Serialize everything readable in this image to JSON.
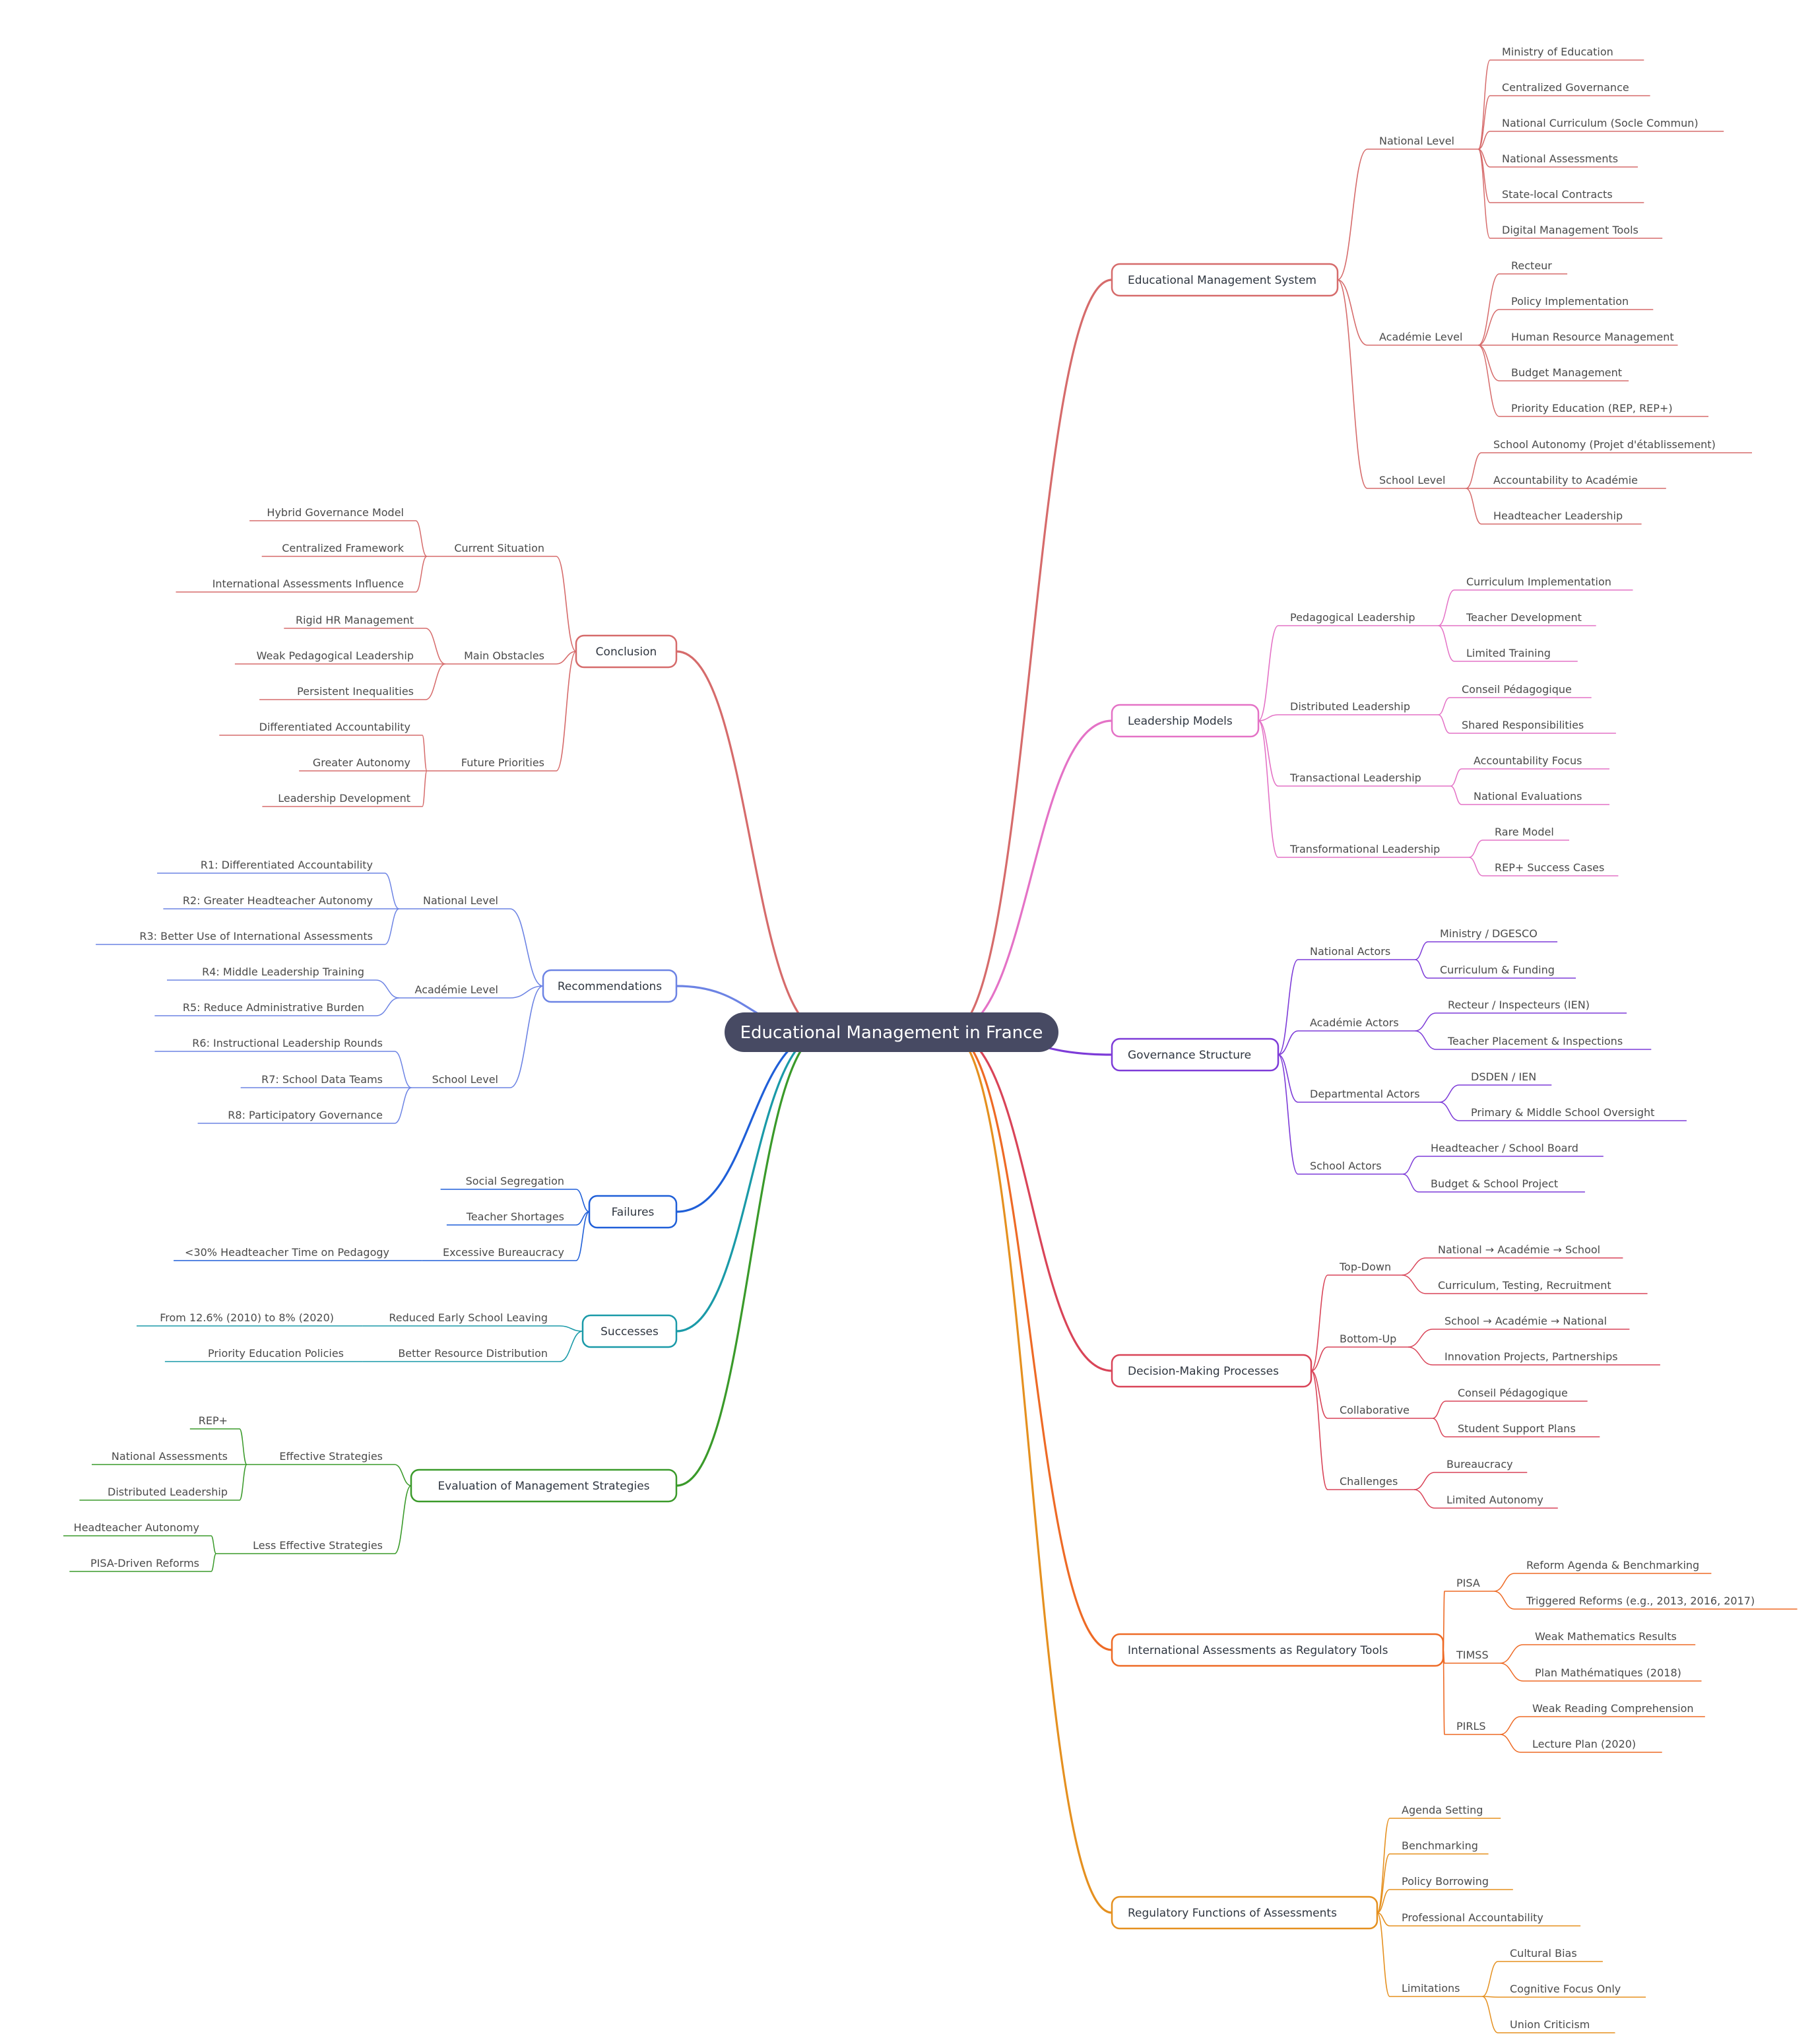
{
  "root": "Educational Management in France",
  "colors": {
    "root_fill": "#474a63",
    "background": "#ffffff"
  },
  "right": [
    {
      "label": "Educational Management System",
      "color": "#d66b6b",
      "children": [
        {
          "label": "National Level",
          "children": [
            "Ministry of Education",
            "Centralized Governance",
            "National Curriculum (Socle Commun)",
            "National Assessments",
            "State-local Contracts",
            "Digital Management Tools"
          ]
        },
        {
          "label": "Académie Level",
          "children": [
            "Recteur",
            "Policy Implementation",
            "Human Resource Management",
            "Budget Management",
            "Priority Education (REP, REP+)"
          ]
        },
        {
          "label": "School Level",
          "children": [
            "School Autonomy (Projet d'établissement)",
            "Accountability to Académie",
            "Headteacher Leadership"
          ]
        }
      ]
    },
    {
      "label": "Leadership Models",
      "color": "#e472c6",
      "children": [
        {
          "label": "Pedagogical Leadership",
          "children": [
            "Curriculum Implementation",
            "Teacher Development",
            "Limited Training"
          ]
        },
        {
          "label": "Distributed Leadership",
          "children": [
            "Conseil Pédagogique",
            "Shared Responsibilities"
          ]
        },
        {
          "label": "Transactional Leadership",
          "children": [
            "Accountability Focus",
            "National Evaluations"
          ]
        },
        {
          "label": "Transformational Leadership",
          "children": [
            "Rare Model",
            "REP+ Success Cases"
          ]
        }
      ]
    },
    {
      "label": "Governance Structure",
      "color": "#7d3bd8",
      "children": [
        {
          "label": "National Actors",
          "children": [
            "Ministry / DGESCO",
            "Curriculum & Funding"
          ]
        },
        {
          "label": "Académie Actors",
          "children": [
            "Recteur / Inspecteurs (IEN)",
            "Teacher Placement & Inspections"
          ]
        },
        {
          "label": "Departmental Actors",
          "children": [
            "DSDEN / IEN",
            "Primary & Middle School Oversight"
          ]
        },
        {
          "label": "School Actors",
          "children": [
            "Headteacher / School Board",
            "Budget & School Project"
          ]
        }
      ]
    },
    {
      "label": "Decision-Making Processes",
      "color": "#d94458",
      "children": [
        {
          "label": "Top-Down",
          "children": [
            "National → Académie → School",
            "Curriculum, Testing, Recruitment"
          ]
        },
        {
          "label": "Bottom-Up",
          "children": [
            "School → Académie → National",
            "Innovation Projects, Partnerships"
          ]
        },
        {
          "label": "Collaborative",
          "children": [
            "Conseil Pédagogique",
            "Student Support Plans"
          ]
        },
        {
          "label": "Challenges",
          "children": [
            "Bureaucracy",
            "Limited Autonomy"
          ]
        }
      ]
    },
    {
      "label": "International Assessments as Regulatory Tools",
      "color": "#ee6a25",
      "children": [
        {
          "label": "PISA",
          "children": [
            "Reform Agenda & Benchmarking",
            "Triggered Reforms (e.g., 2013, 2016, 2017)"
          ]
        },
        {
          "label": "TIMSS",
          "children": [
            "Weak Mathematics Results",
            "Plan Mathématiques (2018)"
          ]
        },
        {
          "label": "PIRLS",
          "children": [
            "Weak Reading Comprehension",
            "Lecture Plan (2020)"
          ]
        }
      ]
    },
    {
      "label": "Regulatory Functions of Assessments",
      "color": "#e5901f",
      "children": [
        {
          "label": "Agenda Setting",
          "children": []
        },
        {
          "label": "Benchmarking",
          "children": []
        },
        {
          "label": "Policy Borrowing",
          "children": []
        },
        {
          "label": "Professional Accountability",
          "children": []
        },
        {
          "label": "Limitations",
          "children": [
            "Cultural Bias",
            "Cognitive Focus Only",
            "Union Criticism"
          ]
        }
      ]
    }
  ],
  "left": [
    {
      "label": "Conclusion",
      "color": "#d66b6b",
      "children": [
        {
          "label": "Current Situation",
          "children": [
            "Hybrid Governance Model",
            "Centralized Framework",
            "International Assessments Influence"
          ]
        },
        {
          "label": "Main Obstacles",
          "children": [
            "Rigid HR Management",
            "Weak Pedagogical Leadership",
            "Persistent Inequalities"
          ]
        },
        {
          "label": "Future Priorities",
          "children": [
            "Differentiated Accountability",
            "Greater Autonomy",
            "Leadership Development"
          ]
        }
      ]
    },
    {
      "label": "Recommendations",
      "color": "#6c83e4",
      "children": [
        {
          "label": "National Level",
          "children": [
            "R1: Differentiated Accountability",
            "R2: Greater Headteacher Autonomy",
            "R3: Better Use of International Assessments"
          ]
        },
        {
          "label": "Académie Level",
          "children": [
            "R4: Middle Leadership Training",
            "R5: Reduce Administrative Burden"
          ]
        },
        {
          "label": "School Level",
          "children": [
            "R6: Instructional Leadership Rounds",
            "R7: School Data Teams",
            "R8: Participatory Governance"
          ]
        }
      ]
    },
    {
      "label": "Failures",
      "color": "#1f5fd8",
      "children": [
        {
          "label": "Social Segregation",
          "children": []
        },
        {
          "label": "Teacher Shortages",
          "children": []
        },
        {
          "label": "Excessive Bureaucracy",
          "children": [
            "<30% Headteacher Time on Pedagogy"
          ]
        }
      ]
    },
    {
      "label": "Successes",
      "color": "#1a9aa8",
      "children": [
        {
          "label": "Reduced Early School Leaving",
          "children": [
            "From 12.6% (2010) to 8% (2020)"
          ]
        },
        {
          "label": "Better Resource Distribution",
          "children": [
            "Priority Education Policies"
          ]
        }
      ]
    },
    {
      "label": "Evaluation of Management Strategies",
      "color": "#3a9a2a",
      "children": [
        {
          "label": "Effective Strategies",
          "children": [
            "REP+",
            "National Assessments",
            "Distributed Leadership"
          ]
        },
        {
          "label": "Less Effective Strategies",
          "children": [
            "Headteacher Autonomy",
            "PISA-Driven Reforms"
          ]
        }
      ]
    }
  ]
}
